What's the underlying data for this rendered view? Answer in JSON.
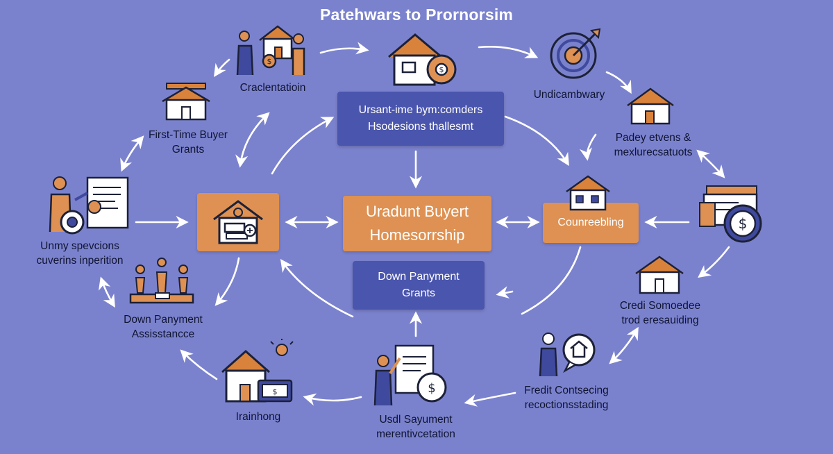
{
  "diagram": {
    "title": "Patehwars to Prornorsim",
    "center_node": "Uradunt Buyert\nHomesorrship",
    "top_box": "Ursant-ime bym:comders\nHsodesions thallesmt",
    "bottom_box": "Down Panyment\nGrants",
    "left_box_icon": "house-mortgage-icon",
    "right_box": "Counreebling",
    "nodes": [
      {
        "id": "orientation",
        "label": "Craclentatioin",
        "icon": "people-house-money-icon"
      },
      {
        "id": "house-gear",
        "label": "",
        "icon": "house-gear-icon"
      },
      {
        "id": "undicambwary",
        "label": "Undicambwary",
        "icon": "target-compass-icon"
      },
      {
        "id": "first-time",
        "label": "First-Time Buyer\nGrants",
        "icon": "house-icon"
      },
      {
        "id": "padey",
        "label": "Padey etvens &\nmexlurecsatuots",
        "icon": "house-icon"
      },
      {
        "id": "unmy",
        "label": "Unmy spevcions\ncuverins inperition",
        "icon": "person-document-gear-icon"
      },
      {
        "id": "counreebling-right",
        "label": "",
        "icon": "house-document-dollar-icon"
      },
      {
        "id": "down-payment-assist",
        "label": "Down Panyment\nAssisstancce",
        "icon": "coin-trophies-icon"
      },
      {
        "id": "credi",
        "label": "Credi Somoedee\ntrod eresauiding",
        "icon": "house-icon"
      },
      {
        "id": "training",
        "label": "Irainhong",
        "icon": "house-money-lightbulb-icon"
      },
      {
        "id": "usdl",
        "label": "Usdl Sayument\nmerentivcetation",
        "icon": "person-presentation-icon"
      },
      {
        "id": "fredit",
        "label": "Fredit Contsecing\nrecoctionsstading",
        "icon": "person-chat-icon"
      }
    ],
    "colors": {
      "background": "#7b82cd",
      "orange": "#de9152",
      "blue_box": "#4a55ad",
      "icon_outline": "#1c2138",
      "icon_house_body": "#ffffff",
      "icon_roof": "#d9823c"
    }
  }
}
